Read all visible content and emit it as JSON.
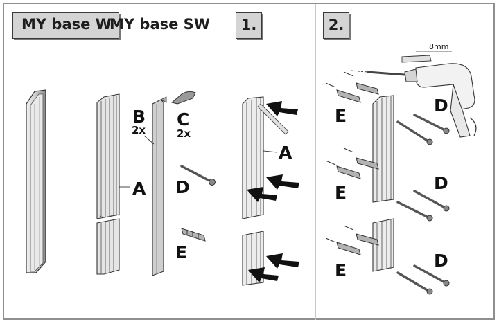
{
  "header": {
    "product_w": "MY base W",
    "product_sw": "MY base SW"
  },
  "steps": {
    "step1": "1.",
    "step2": "2."
  },
  "parts": {
    "a": "A",
    "b": "B",
    "b_qty": "2x",
    "c": "C",
    "c_qty": "2x",
    "d": "D",
    "e": "E"
  },
  "drill": {
    "bit_size": "8mm"
  }
}
